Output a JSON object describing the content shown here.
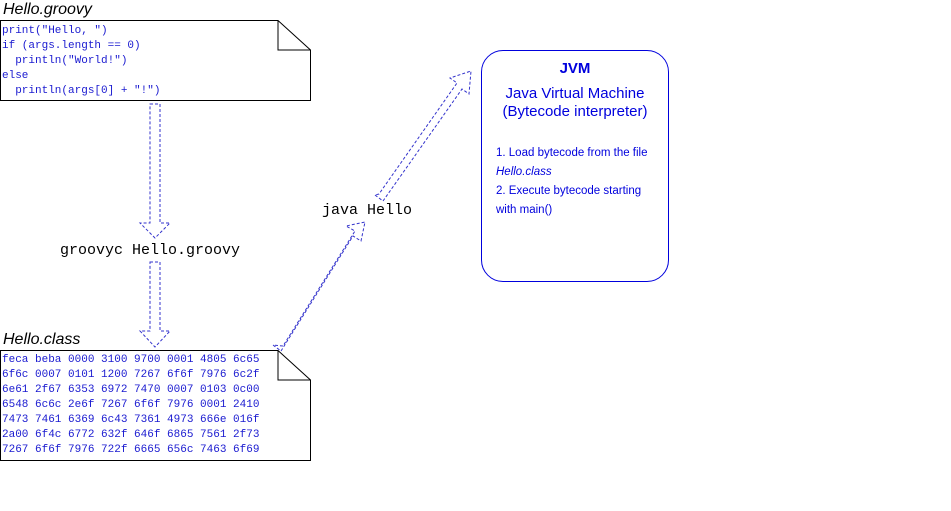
{
  "source_file": {
    "title": "Hello.groovy",
    "lines": [
      "print(\"Hello, \")",
      "if (args.length == 0)",
      "  println(\"World!\")",
      "else",
      "  println(args[0] + \"!\")"
    ]
  },
  "compile_command": "groovyc Hello.groovy",
  "class_file": {
    "title": "Hello.class",
    "lines": [
      "feca beba 0000 3100 9700 0001 4805 6c65",
      "6f6c 0007 0101 1200 7267 6f6f 7976 6c2f",
      "6e61 2f67 6353 6972 7470 0007 0103 0c00",
      "6548 6c6c 2e6f 7267 6f6f 7976 0001 2410",
      "7473 7461 6369 6c43 7361 4973 666e 016f",
      "2a00 6f4c 6772 632f 646f 6865 7561 2f73",
      "7267 6f6f 7976 722f 6665 656c 7463 6f69"
    ]
  },
  "run_command": "java Hello",
  "jvm": {
    "title": "JVM",
    "subtitle_line1": "Java Virtual Machine",
    "subtitle_line2": "(Bytecode interpreter)",
    "step1_prefix": "1. Load bytecode from the file ",
    "step1_file": "Hello.class",
    "step2": "2. Execute bytecode starting with main()"
  },
  "colors": {
    "accent": "#0000dd",
    "code_text": "#1a1ad0",
    "arrow_stroke": "#3333cc",
    "outline": "#000000"
  }
}
